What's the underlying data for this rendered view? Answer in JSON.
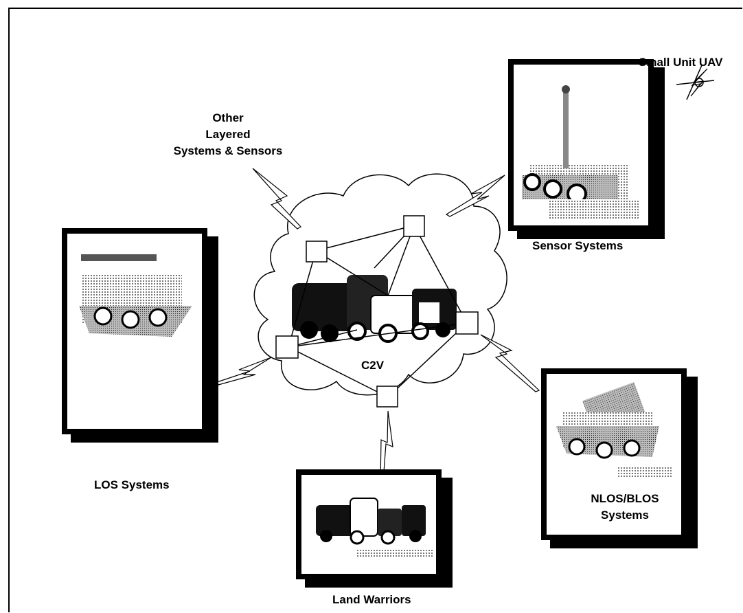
{
  "labels": {
    "small_uav": "Small Unit UAV",
    "other_line1": "Other",
    "other_line2": "Layered",
    "other_line3": "Systems & Sensors",
    "sensor": "Sensor Systems",
    "c2v": "C2V",
    "los": "LOS Systems",
    "nlos_line1": "NLOS/BLOS",
    "nlos_line2": "Systems",
    "land": "Land Warriors"
  },
  "icons": {
    "cloud": "network-cloud",
    "links": "lightning-bolt-link",
    "nodes": "network-node-square"
  }
}
